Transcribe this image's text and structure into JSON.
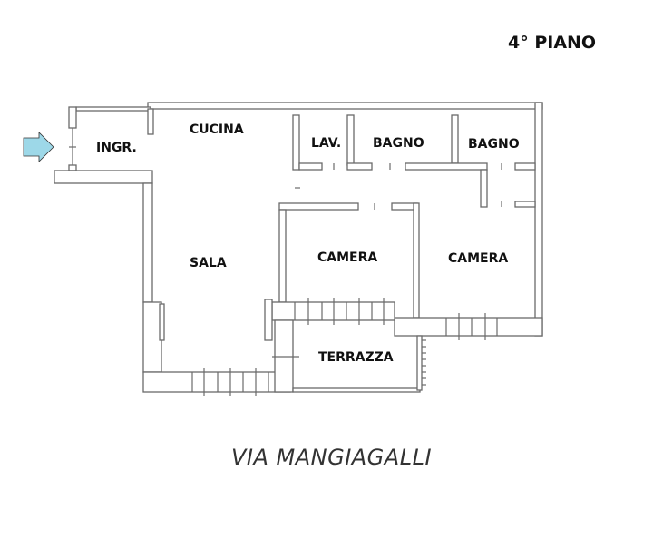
{
  "floor_title": "4° PIANO",
  "street_name": "VIA MANGIAGALLI",
  "rooms": {
    "ingresso": "INGR.",
    "cucina": "CUCINA",
    "lavanderia": "LAV.",
    "bagno_1": "BAGNO",
    "bagno_2": "BAGNO",
    "sala": "SALA",
    "camera_1": "CAMERA",
    "camera_2": "CAMERA",
    "terrazza": "TERRAZZA"
  },
  "colors": {
    "entrance_arrow": "#9dd8e8",
    "walls": "#6a6a6a"
  }
}
